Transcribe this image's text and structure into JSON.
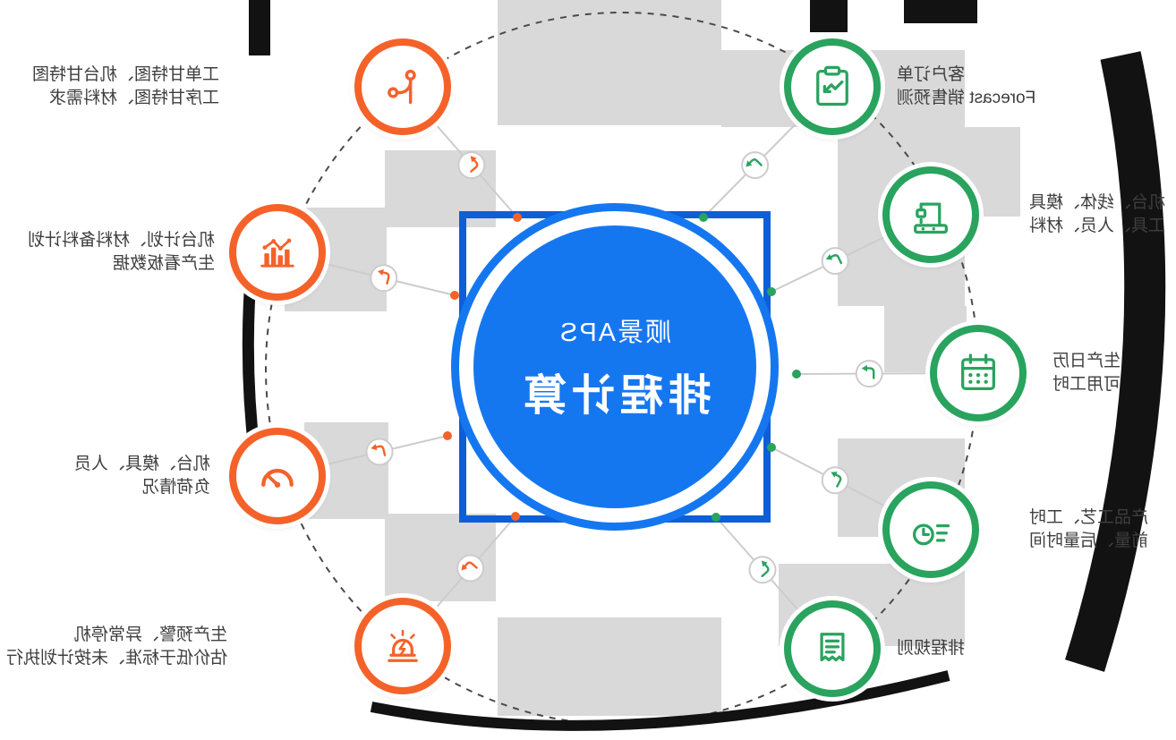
{
  "center": {
    "brand": "顺景APS",
    "title": "排程计算"
  },
  "nodes": [
    {
      "id": "customer-orders",
      "side": "input",
      "icon": "clipboard-trend-icon",
      "lines": [
        "客户订单",
        "Forecast 销售预测"
      ]
    },
    {
      "id": "machine-resources",
      "side": "input",
      "icon": "machine-icon",
      "lines": [
        "机台、线体、模具",
        "工具、人员、材料"
      ]
    },
    {
      "id": "work-calendar",
      "side": "input",
      "icon": "calendar-icon",
      "lines": [
        "生产日历",
        "可用工时"
      ]
    },
    {
      "id": "process-times",
      "side": "input",
      "icon": "process-clock-icon",
      "lines": [
        "产品工艺、工时",
        "前量、后量时间"
      ]
    },
    {
      "id": "scheduling-rules",
      "side": "input",
      "icon": "rules-scroll-icon",
      "lines": [
        "排程规则"
      ]
    },
    {
      "id": "gantt-reports",
      "side": "output",
      "icon": "gantt-flow-icon",
      "lines": [
        "工单甘特图、机台甘特图",
        "工序甘特图、材料需求"
      ]
    },
    {
      "id": "plans-kanban",
      "side": "output",
      "icon": "kanban-chart-icon",
      "lines": [
        "机台计划、材料备料计划",
        "生产看板数据"
      ]
    },
    {
      "id": "load-status",
      "side": "output",
      "icon": "load-gauge-icon",
      "lines": [
        "机台、模具、人员",
        "负荷情况"
      ]
    },
    {
      "id": "production-alerts",
      "side": "output",
      "icon": "alarm-icon",
      "lines": [
        "生产预警、异常停机",
        "估价低于标准、未按计划执行"
      ]
    }
  ],
  "colors": {
    "input": "#29A35E",
    "output": "#F4622A",
    "disc_blue": "#1577F0",
    "square_blue": "#0E5FD6",
    "connector_line": "#CCCCCC",
    "mosaic_gray": "#D9D9D9",
    "decor_black": "#121212"
  }
}
